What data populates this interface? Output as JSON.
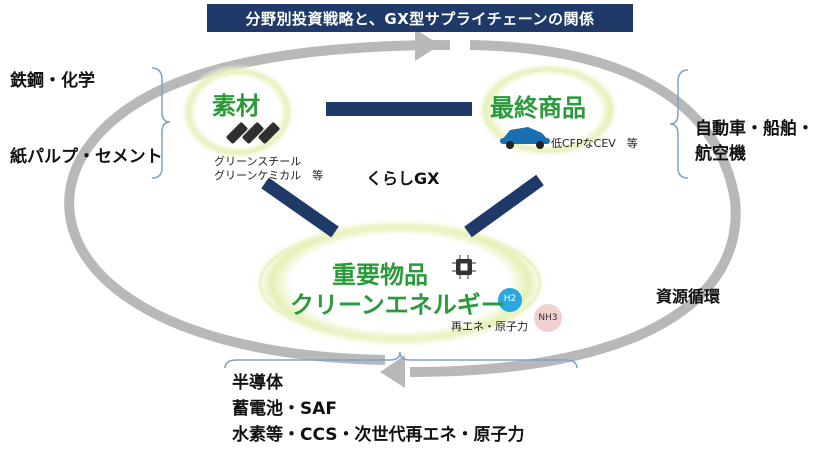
{
  "title": "分野別投資戦略と、GX型サプライチェーンの関係",
  "left_industries": [
    "鉄鋼・化学",
    "紙パルプ・セメント"
  ],
  "right_industries": [
    "自動車・船舶・",
    "航空機"
  ],
  "nodes": {
    "materials": {
      "label": "素材",
      "sub": [
        "グリーンスチール",
        "グリーンケミカル　等"
      ]
    },
    "final_products": {
      "label": "最終商品",
      "sub": "低CFPなCEV　等"
    },
    "key_goods": {
      "label": [
        "重要物品",
        "クリーンエネルギー"
      ],
      "sub": "再エネ・原子力"
    }
  },
  "center_label": "くらしGX",
  "cycle_label": "資源循環",
  "badges": {
    "h2": "H2",
    "nh3": "NH3"
  },
  "bottom_items": [
    "半導体",
    "蓄電池・SAF",
    "水素等・CCS・次世代再エネ・原子力"
  ],
  "colors": {
    "title_bg": "#1f3a68",
    "node_text": "#2a9a3a",
    "connector": "#1f3a68",
    "cycle_arrow": "#b8b8b8",
    "glow": "#d9eaa0",
    "h2_badge": "#29a8e0",
    "nh3_badge": "#f0d0d0"
  }
}
